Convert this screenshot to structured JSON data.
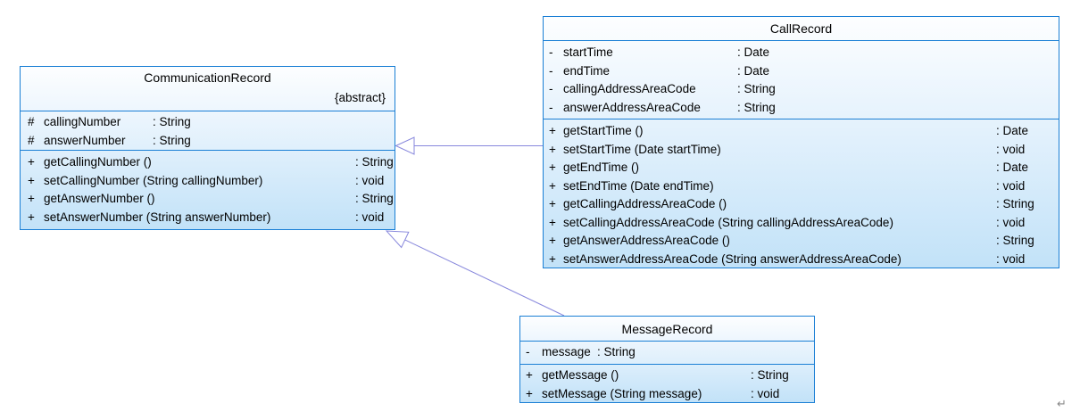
{
  "page": {
    "return_mark": "↵"
  },
  "diagram": {
    "type": "uml-class-diagram",
    "colors": {
      "box_border": "#1a7fd5",
      "box_fill_top": "#fdfeff",
      "box_fill_bottom": "#c2e2f8",
      "edge_line": "#8787dc",
      "text": "#000000",
      "background": "#ffffff"
    },
    "classes": [
      {
        "name": "CommunicationRecord",
        "stereotype": "{abstract}",
        "attributes": [
          {
            "vis": "#",
            "sig": "callingNumber",
            "type": ": String"
          },
          {
            "vis": "#",
            "sig": "answerNumber",
            "type": ": String"
          }
        ],
        "methods": [
          {
            "vis": "+",
            "sig": "getCallingNumber ()",
            "type": ": String"
          },
          {
            "vis": "+",
            "sig": "setCallingNumber (String callingNumber)",
            "type": ": void"
          },
          {
            "vis": "+",
            "sig": "getAnswerNumber ()",
            "type": ": String"
          },
          {
            "vis": "+",
            "sig": "setAnswerNumber (String answerNumber)",
            "type": ": void"
          }
        ]
      },
      {
        "name": "CallRecord",
        "stereotype": "",
        "attributes": [
          {
            "vis": "-",
            "sig": "startTime",
            "type": ": Date"
          },
          {
            "vis": "-",
            "sig": "endTime",
            "type": ": Date"
          },
          {
            "vis": "-",
            "sig": "callingAddressAreaCode",
            "type": ": String"
          },
          {
            "vis": "-",
            "sig": "answerAddressAreaCode",
            "type": ": String"
          }
        ],
        "methods": [
          {
            "vis": "+",
            "sig": "getStartTime ()",
            "type": ": Date"
          },
          {
            "vis": "+",
            "sig": "setStartTime (Date startTime)",
            "type": ": void"
          },
          {
            "vis": "+",
            "sig": "getEndTime ()",
            "type": ": Date"
          },
          {
            "vis": "+",
            "sig": "setEndTime (Date endTime)",
            "type": ": void"
          },
          {
            "vis": "+",
            "sig": "getCallingAddressAreaCode ()",
            "type": ": String"
          },
          {
            "vis": "+",
            "sig": "setCallingAddressAreaCode (String callingAddressAreaCode)",
            "type": ": void"
          },
          {
            "vis": "+",
            "sig": "getAnswerAddressAreaCode ()",
            "type": ": String"
          },
          {
            "vis": "+",
            "sig": "setAnswerAddressAreaCode (String answerAddressAreaCode)",
            "type": ": void"
          }
        ]
      },
      {
        "name": "MessageRecord",
        "stereotype": "",
        "attributes": [
          {
            "vis": "-",
            "sig": "message",
            "type": ": String"
          }
        ],
        "methods": [
          {
            "vis": "+",
            "sig": "getMessage ()",
            "type": ": String"
          },
          {
            "vis": "+",
            "sig": "setMessage (String message)",
            "type": ": void"
          }
        ]
      }
    ],
    "relations": [
      {
        "type": "generalization",
        "from": "CallRecord",
        "to": "CommunicationRecord"
      },
      {
        "type": "generalization",
        "from": "MessageRecord",
        "to": "CommunicationRecord"
      }
    ]
  }
}
